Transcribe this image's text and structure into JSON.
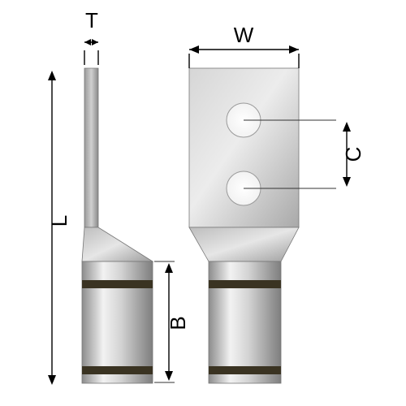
{
  "labels": {
    "thickness": "T",
    "width": "W",
    "length": "L",
    "hole_spacing": "C",
    "barrel_length": "B"
  },
  "colors": {
    "metal_light": "#eeeeee",
    "metal_mid": "#c4c4c4",
    "metal_dark": "#8f8f8f",
    "band": "#3a3322",
    "lines": "#000000"
  }
}
